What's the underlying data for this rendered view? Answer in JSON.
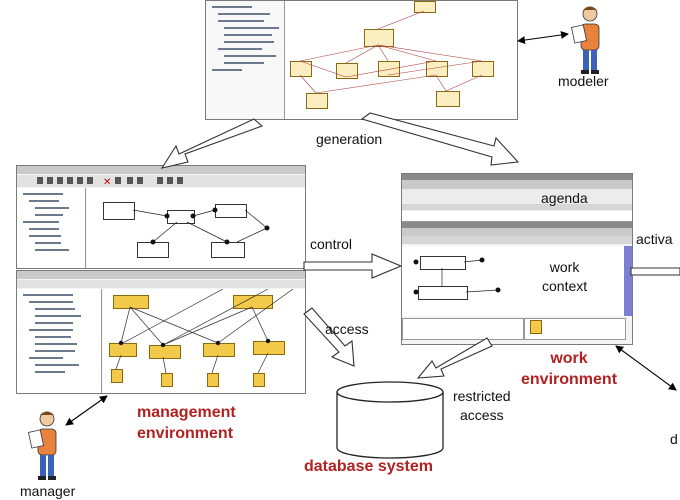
{
  "labels": {
    "modeler": "modeler",
    "generation": "generation",
    "control": "control",
    "access": "access",
    "activation": "activa",
    "agenda": "agenda",
    "work_context": "work\ncontext",
    "restricted_access": "restricted\naccess",
    "work_environment": "work\nenvironment",
    "management_environment": "management\nenvironment",
    "database_system": "database system",
    "manager": "manager",
    "cut_off_label": "d"
  },
  "colors": {
    "accent_red": "#b22222",
    "node_yellow": "#f3c94a",
    "window_gray": "#c9c9c9",
    "selection_blue": "#7b7fd1"
  },
  "icons": {
    "modeler_person": "person-with-clipboard-icon",
    "manager_person": "person-with-clipboard-icon",
    "database": "cylinder-database-icon"
  }
}
